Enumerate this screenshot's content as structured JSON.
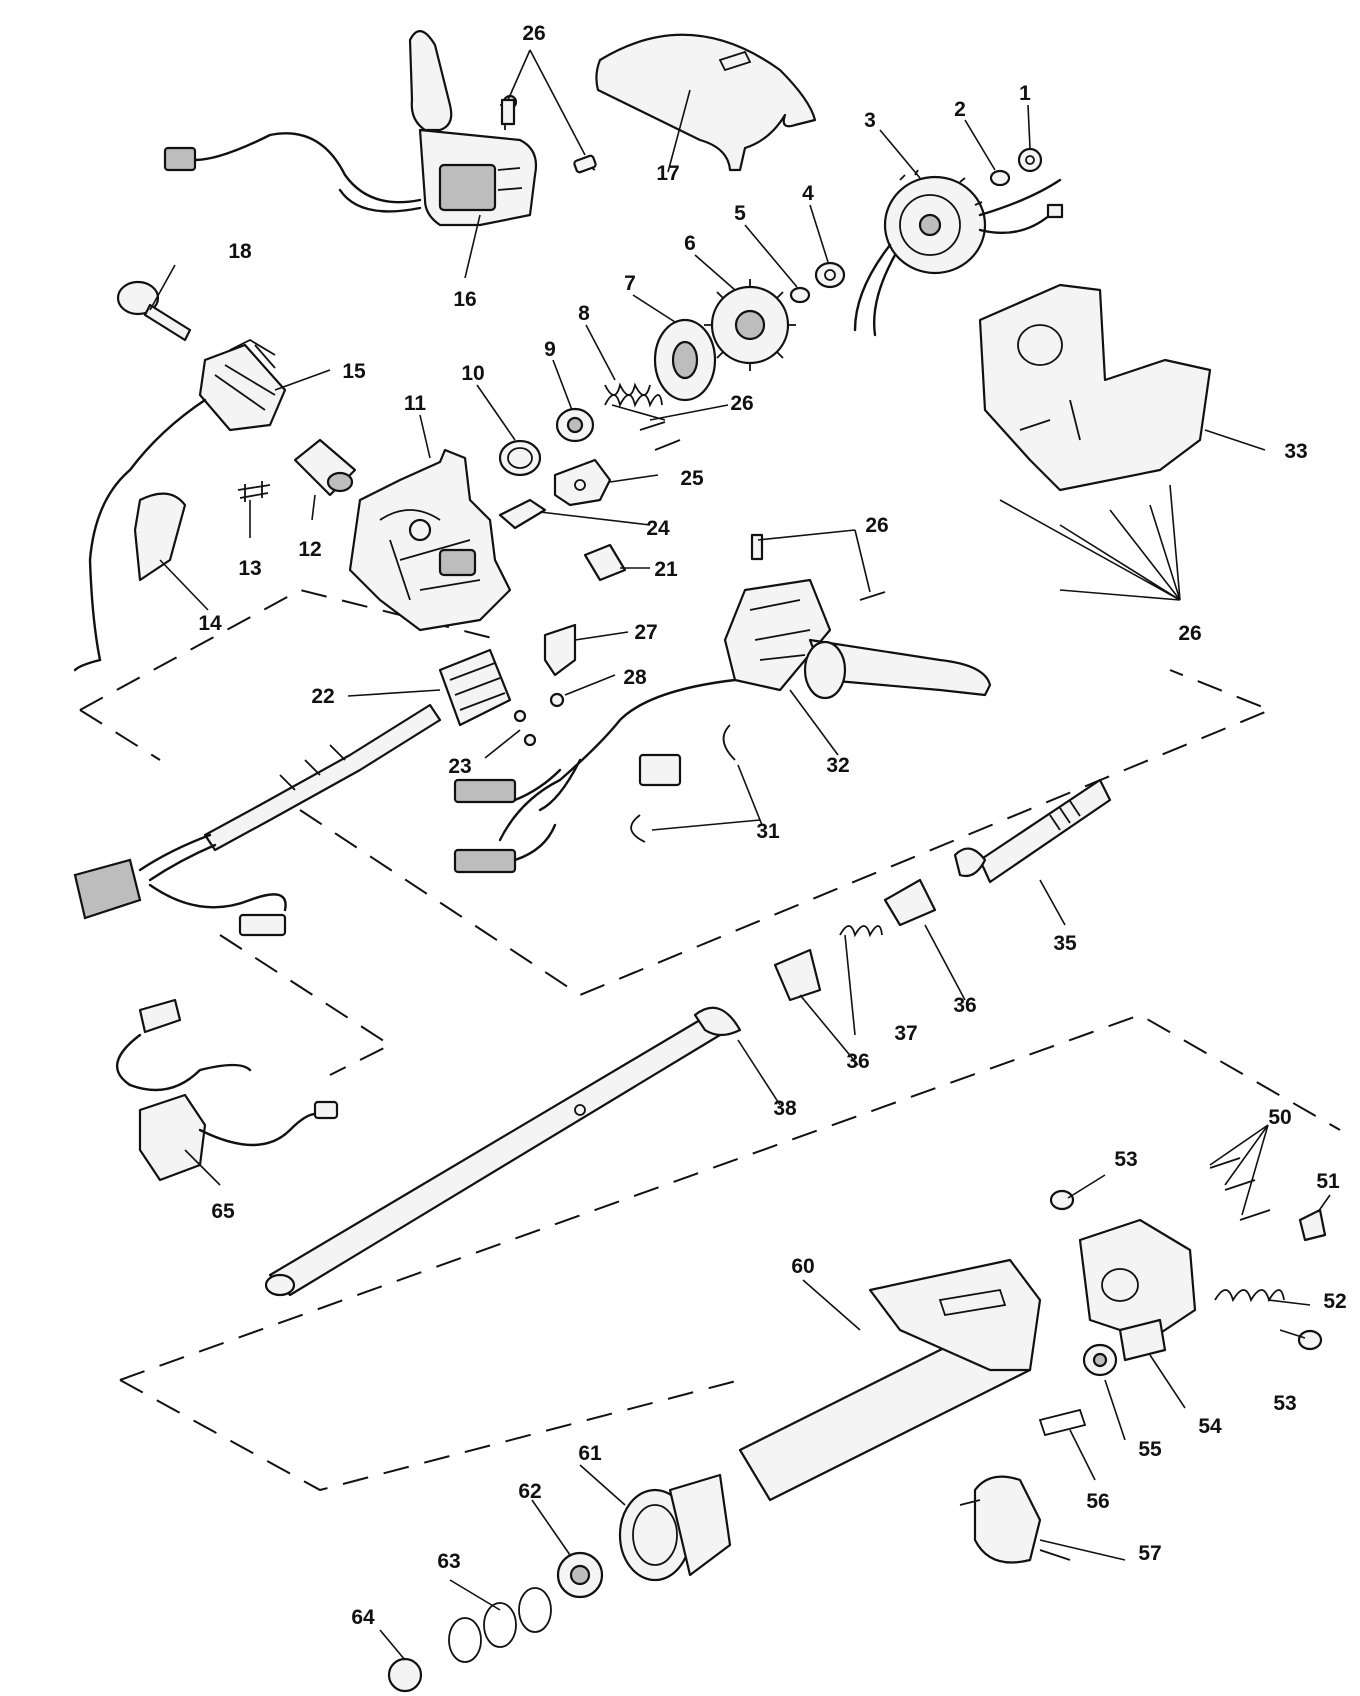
{
  "labels": {
    "c1": "1",
    "c2": "2",
    "c3": "3",
    "c4": "4",
    "c5": "5",
    "c6": "6",
    "c7": "7",
    "c8": "8",
    "c9": "9",
    "c10": "10",
    "c11": "11",
    "c12": "12",
    "c13": "13",
    "c14": "14",
    "c15": "15",
    "c16": "16",
    "c17": "17",
    "c18": "18",
    "c21": "21",
    "c22": "22",
    "c23": "23",
    "c24": "24",
    "c25": "25",
    "c26a": "26",
    "c26b": "26",
    "c26c": "26",
    "c26d": "26",
    "c27": "27",
    "c28": "28",
    "c31": "31",
    "c32": "32",
    "c33": "33",
    "c35": "35",
    "c36a": "36",
    "c36b": "36",
    "c37": "37",
    "c38": "38",
    "c50": "50",
    "c51": "51",
    "c52": "52",
    "c53a": "53",
    "c53b": "53",
    "c54": "54",
    "c55": "55",
    "c56": "56",
    "c57": "57",
    "c60": "60",
    "c61": "61",
    "c62": "62",
    "c63": "63",
    "c64": "64",
    "c65": "65"
  }
}
